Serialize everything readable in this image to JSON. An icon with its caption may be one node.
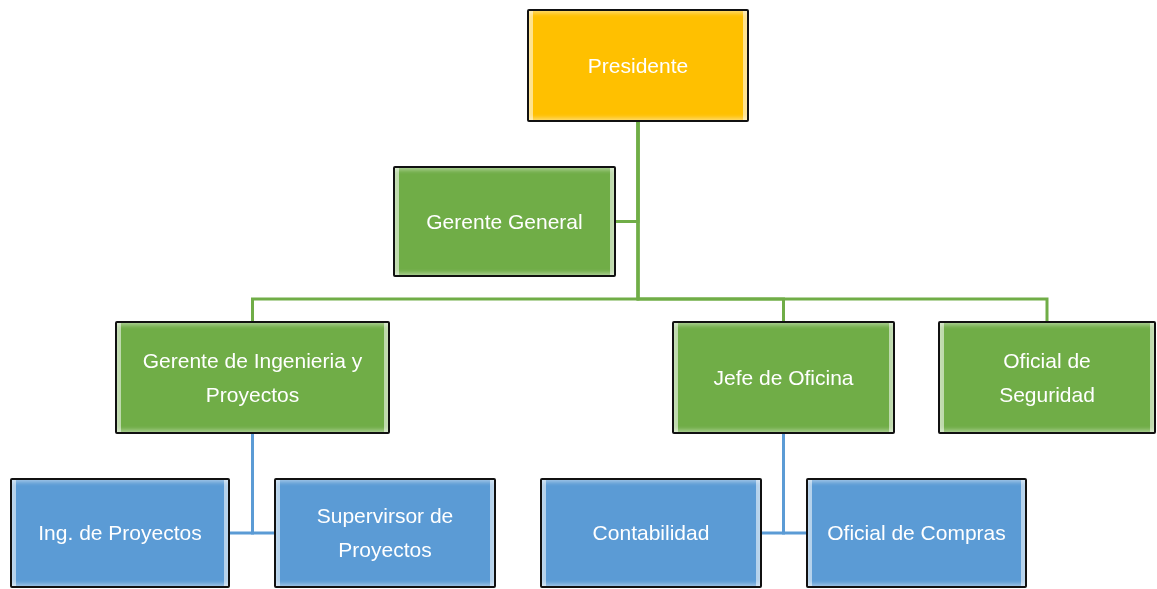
{
  "diagram": {
    "nodes": [
      {
        "text": [
          "Presidente"
        ]
      },
      {
        "text": [
          "Gerente General"
        ]
      },
      {
        "text": [
          "Gerente de Ingenieria y Proyectos"
        ]
      },
      {
        "text": [
          "Jefe de Oficina"
        ]
      },
      {
        "text": [
          "Oficial de Seguridad"
        ]
      },
      {
        "text": [
          "Ing. de Proyectos"
        ]
      },
      {
        "text": [
          "Supervirsor de Proyectos"
        ]
      },
      {
        "text": [
          "Contabilidad"
        ]
      },
      {
        "text": [
          "Oficial de Compras"
        ]
      }
    ],
    "edges": [
      {
        "from": 0,
        "to": 1,
        "arrow": "none",
        "color": "#70ad47"
      },
      {
        "from": 0,
        "to": 2,
        "arrow": "none",
        "color": "#70ad47"
      },
      {
        "from": 0,
        "to": 3,
        "arrow": "none",
        "color": "#70ad47"
      },
      {
        "from": 0,
        "to": 4,
        "arrow": "none",
        "color": "#70ad47"
      },
      {
        "from": 2,
        "to": 5,
        "arrow": "none",
        "color": "#5b9bd5"
      },
      {
        "from": 2,
        "to": 6,
        "arrow": "none",
        "color": "#5b9bd5"
      },
      {
        "from": 3,
        "to": 7,
        "arrow": "none",
        "color": "#5b9bd5"
      },
      {
        "from": 3,
        "to": 8,
        "arrow": "none",
        "color": "#5b9bd5"
      }
    ]
  }
}
